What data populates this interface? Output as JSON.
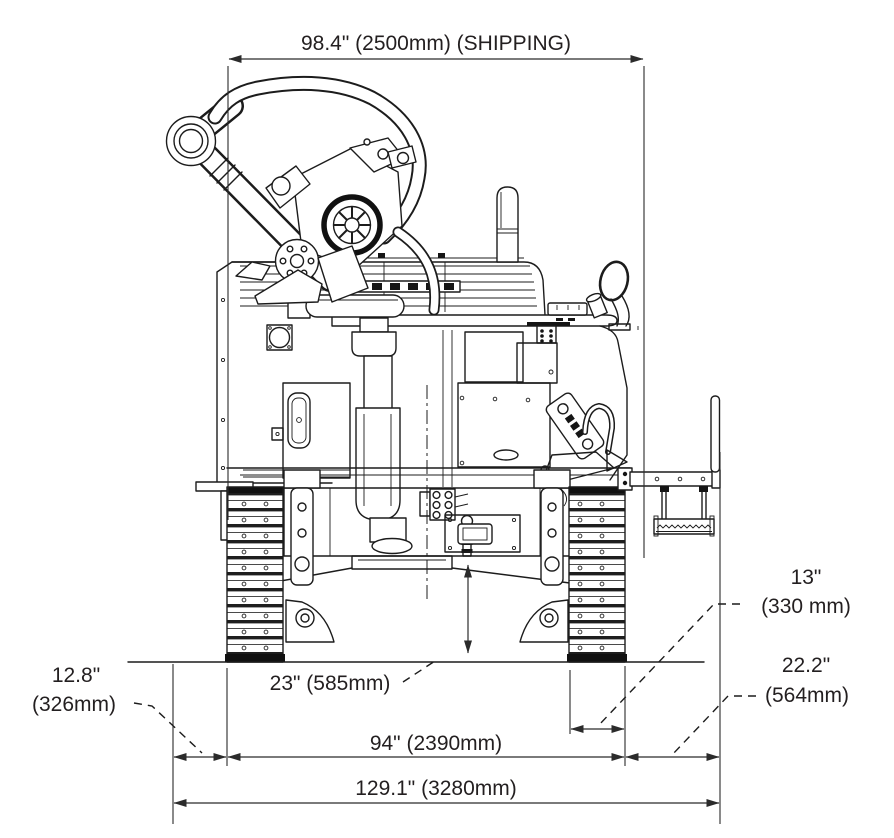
{
  "title": "Tracked drill rig dimensional drawing (front view)",
  "dimensions": {
    "shipping_width": "98.4\" (2500mm) (SHIPPING)",
    "track_outer_width": "94\" (2390mm)",
    "overall_width": "129.1\" (3280mm)",
    "ground_clearance": "23\" (585mm)",
    "track_pad_width_in": "13\"",
    "track_pad_width_mm": "(330 mm)",
    "right_extension_in": "22.2\"",
    "right_extension_mm": "(564mm)",
    "left_extension_in": "12.8\"",
    "left_extension_mm": "(326mm)"
  },
  "colors": {
    "line": "#1c1c1c",
    "dimension": "#2b2b2b",
    "text": "#231f20",
    "background": "#ffffff"
  }
}
